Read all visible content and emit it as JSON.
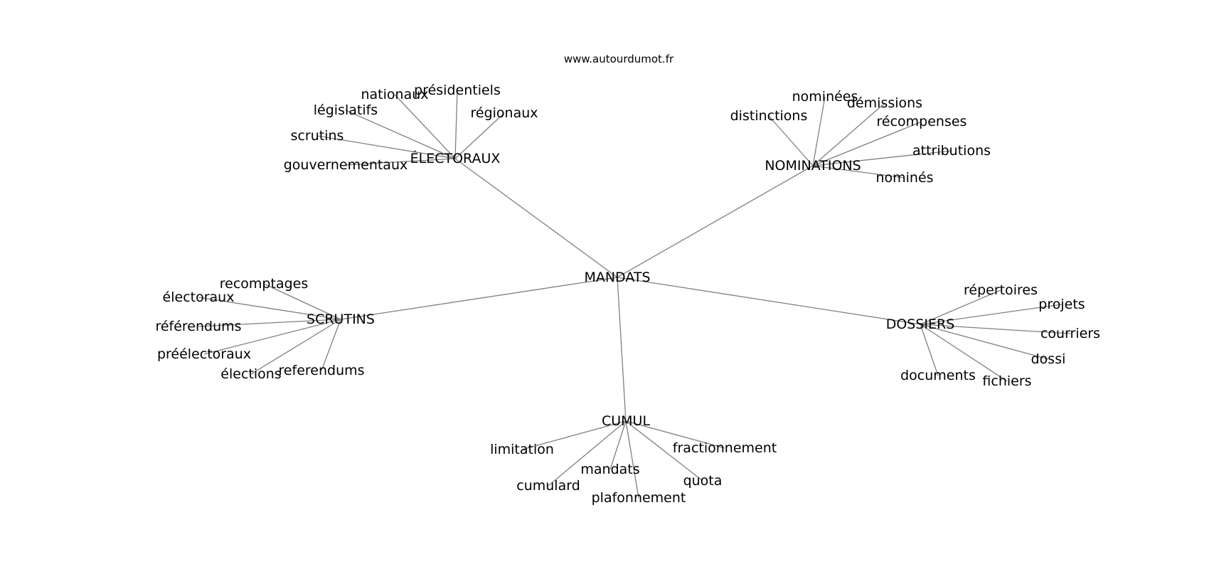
{
  "source": "www.autourdumot.fr",
  "colors": {
    "edge": "#808080",
    "text": "#000000",
    "background": "#ffffff"
  },
  "graph": {
    "center": "MANDATS",
    "clusters": [
      {
        "hub": "ÉLECTORAUX",
        "leaves": [
          "présidentiels",
          "nationaux",
          "législatifs",
          "régionaux",
          "scrutins",
          "gouvernementaux"
        ]
      },
      {
        "hub": "NOMINATIONS",
        "leaves": [
          "nominées",
          "démissions",
          "distinctions",
          "récompenses",
          "attributions",
          "nominés"
        ]
      },
      {
        "hub": "SCRUTINS",
        "leaves": [
          "recomptages",
          "électoraux",
          "référendums",
          "préélectoraux",
          "élections",
          "referendums"
        ]
      },
      {
        "hub": "DOSSIERS",
        "leaves": [
          "répertoires",
          "projets",
          "courriers",
          "dossi",
          "documents",
          "fichiers"
        ]
      },
      {
        "hub": "CUMUL",
        "leaves": [
          "limitation",
          "fractionnement",
          "mandats",
          "cumulard",
          "quota",
          "plafonnement"
        ]
      }
    ]
  }
}
